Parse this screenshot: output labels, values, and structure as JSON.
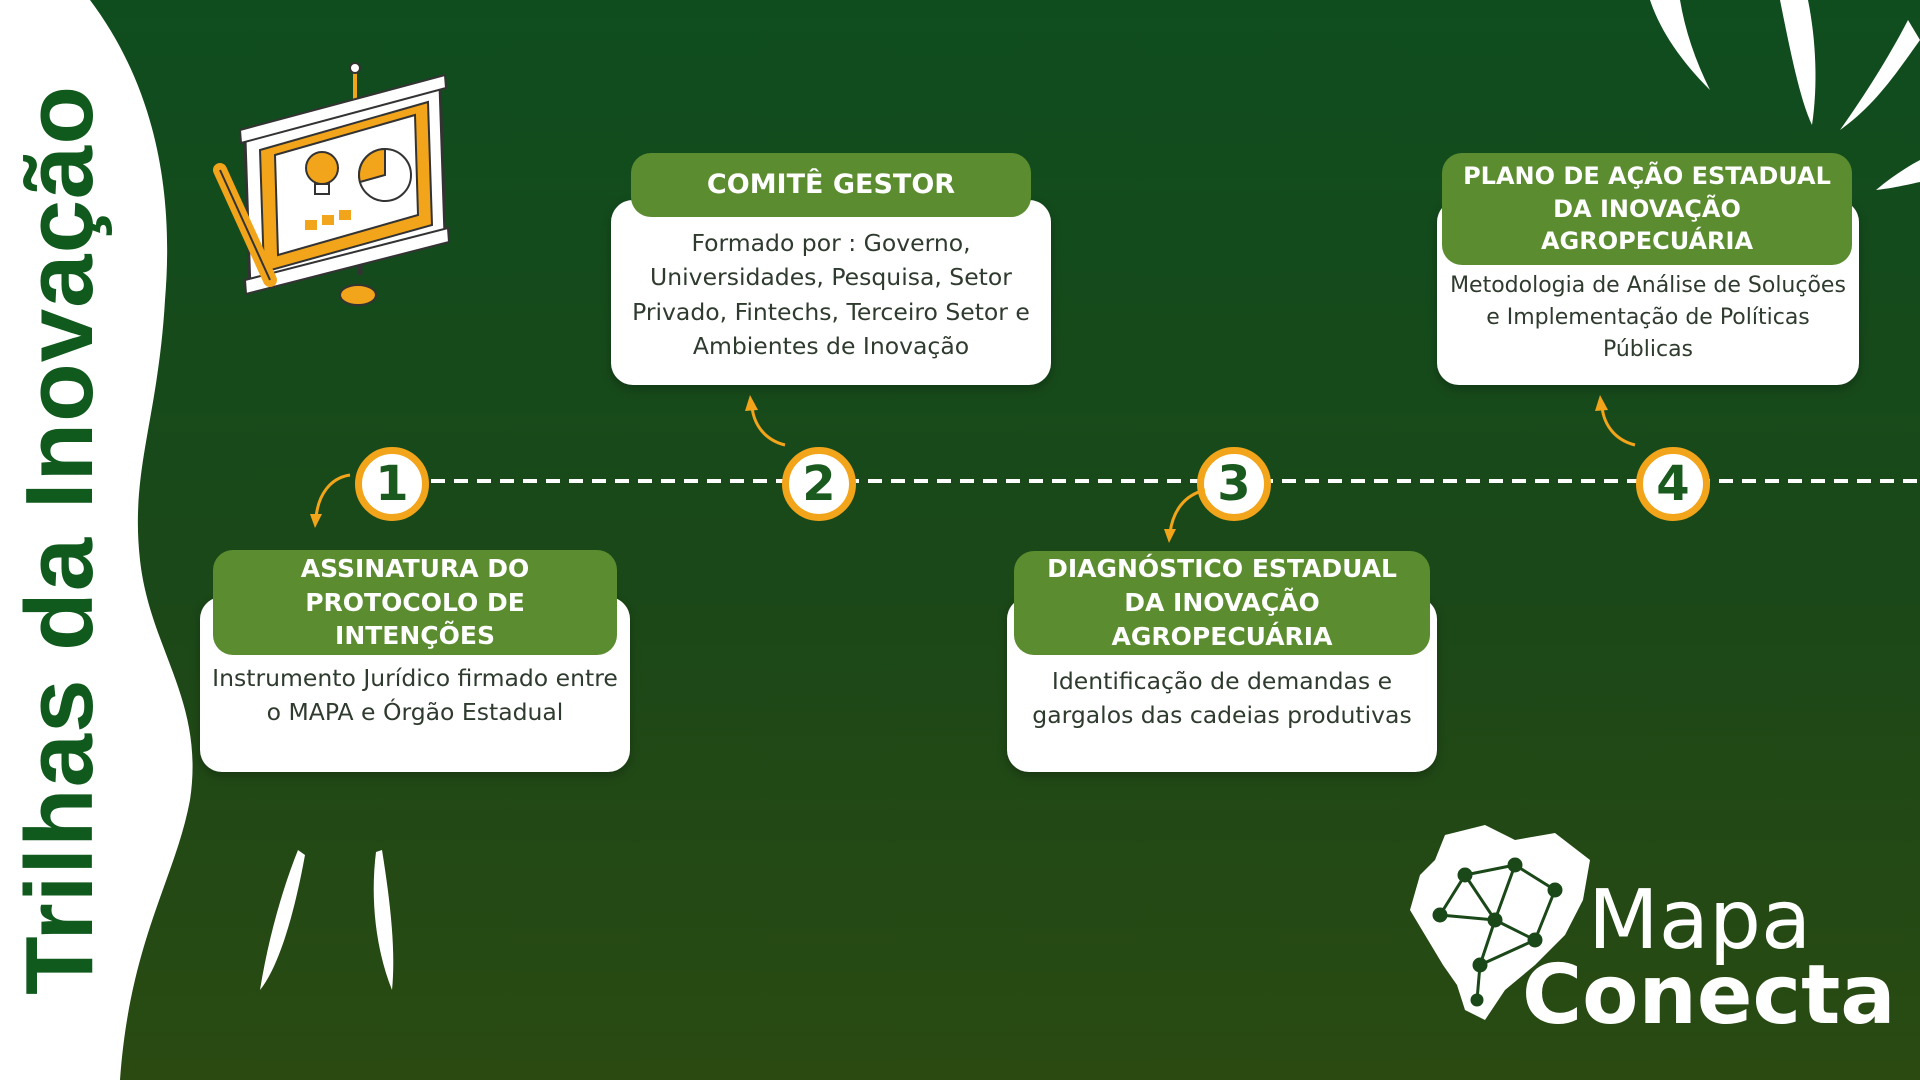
{
  "title": "Trilhas da Inovação",
  "steps": [
    {
      "number": "1",
      "title": "ASSINATURA DO PROTOCOLO DE INTENÇÕES",
      "description": "Instrumento Jurídico firmado entre o MAPA e Órgão Estadual"
    },
    {
      "number": "2",
      "title": "COMITÊ GESTOR",
      "description": "Formado por : Governo, Universidades, Pesquisa, Setor Privado, Fintechs, Terceiro Setor e Ambientes de Inovação"
    },
    {
      "number": "3",
      "title": "DIAGNÓSTICO ESTADUAL DA INOVAÇÃO AGROPECUÁRIA",
      "description": "Identificação de demandas e gargalos das cadeias produtivas"
    },
    {
      "number": "4",
      "title": "PLANO DE AÇÃO ESTADUAL DA INOVAÇÃO AGROPECUÁRIA",
      "description": "Metodologia de Análise de Soluções e Implementação de Políticas Públicas"
    }
  ],
  "logo": {
    "line1": "Mapa",
    "line2": "Conecta"
  },
  "icons": [
    "presentation-board-icon",
    "brazil-network-map-icon"
  ],
  "colors": {
    "background": "#134a1c",
    "accent_orange": "#f2a41a",
    "header_green": "#5b8c2f",
    "title_green": "#0f5a1c"
  }
}
